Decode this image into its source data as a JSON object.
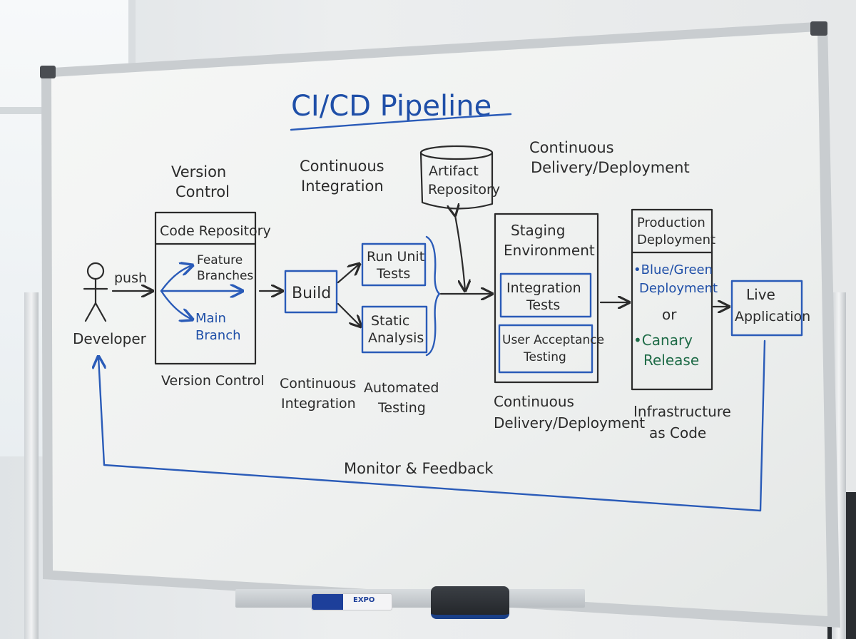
{
  "diagram": {
    "title": "CI/CD Pipeline",
    "developer": {
      "push_label": "push",
      "label": "Developer"
    },
    "version_control_top": [
      "Version",
      "Control"
    ],
    "continuous_integration_top": [
      "Continuous",
      "Integration"
    ],
    "artifact_repository": [
      "Artifact",
      "Repository"
    ],
    "continuous_delivery_top": [
      "Continuous",
      "Delivery/Deployment"
    ],
    "code_repository": {
      "title": "Code Repository",
      "feature_branches": [
        "Feature",
        "Branches"
      ],
      "main_branch": [
        "Main",
        "Branch"
      ]
    },
    "build": "Build",
    "run_unit_tests": [
      "Run Unit",
      "Tests"
    ],
    "static_analysis": [
      "Static",
      "Analysis"
    ],
    "staging": {
      "title": [
        "Staging",
        "Environment"
      ],
      "integration_tests": [
        "Integration",
        "Tests"
      ],
      "user_acceptance": [
        "User Acceptance",
        "Testing"
      ]
    },
    "production": {
      "title": [
        "Production",
        "Deployment"
      ],
      "blue_green": [
        "•Blue/Green",
        "Deployment"
      ],
      "or": "or",
      "canary": [
        "•Canary",
        "Release"
      ]
    },
    "live_application": [
      "Live",
      "Application"
    ],
    "bottom_labels": {
      "version_control": "Version Control",
      "continuous_integration": [
        "Continuous",
        "Integration"
      ],
      "automated_testing": [
        "Automated",
        "Testing"
      ],
      "continuous_delivery": [
        "Continuous",
        "Delivery/Deployment"
      ],
      "infrastructure": [
        "Infrastructure",
        "as Code"
      ]
    },
    "feedback": "Monitor & Feedback"
  },
  "marker_brand": "EXPO",
  "colors": {
    "blue_ink": "#2a5bb8",
    "black_ink": "#2b2b2b",
    "green_ink": "#1e6b47",
    "board": "#f3f4f3"
  }
}
